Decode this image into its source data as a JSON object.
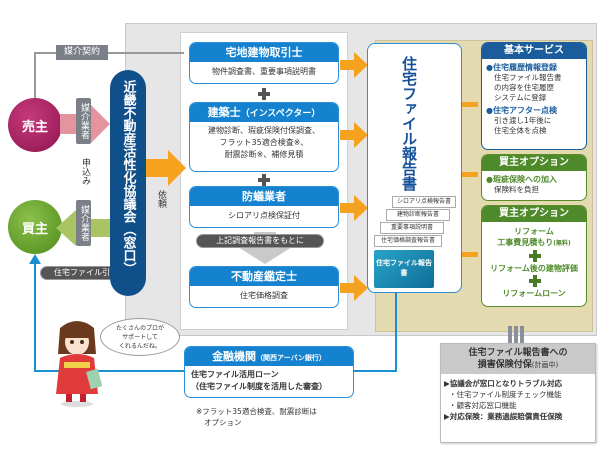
{
  "parties": {
    "seller": "売主",
    "buyer": "買主"
  },
  "labels": {
    "brokerage_contract": "媒介契約",
    "broker_top": "媒介業者",
    "broker_bottom": "媒介業者",
    "application": "申込み",
    "handover": "住宅ファイル引継",
    "request": "依頼",
    "based_on_reports": "上記調査報告書をもとに"
  },
  "council": {
    "name": "近畿不動産活性化協議会（窓口）"
  },
  "professionals": [
    {
      "title": "宅地建物取引士",
      "subtitle": "",
      "body": [
        "物件調査書、重要事項説明書"
      ]
    },
    {
      "title": "建築士",
      "subtitle": "（インスペクター）",
      "body": [
        "建物診断、瑕疵保険付保調査、",
        "フラット35適合検査※、",
        "耐震診断※、補修見積"
      ]
    },
    {
      "title": "防蟻業者",
      "subtitle": "",
      "body": [
        "シロアリ点検保証付"
      ]
    },
    {
      "title": "不動産鑑定士",
      "subtitle": "",
      "body": [
        "住宅価格調査"
      ]
    }
  ],
  "report": {
    "title": "住宅ファイル報告書",
    "documents": [
      "シロアリ点検報告書",
      "建物診断報告書",
      "重要事項説明書",
      "住宅価格調査報告書"
    ],
    "folder_label": "住宅ファイル報告書"
  },
  "services": {
    "basic": {
      "title": "基本サービス",
      "items": [
        {
          "name": "●住宅履歴情報登録",
          "desc": [
            "住宅ファイル報告書",
            "の内容を住宅履歴",
            "システムに登録"
          ]
        },
        {
          "name": "●住宅アフター点検",
          "desc": [
            "引き渡し1年後に",
            "住宅全体を点検"
          ]
        }
      ]
    },
    "buyer_option_1": {
      "title": "買主オプション",
      "item": "●瑕疵保険への加入",
      "desc": "保険料を負担"
    },
    "buyer_option_2": {
      "title": "買主オプション",
      "items": [
        "リフォーム",
        "工事費見積もり",
        "(無料)",
        "リフォーム後の建物評価",
        "リフォームローン"
      ]
    }
  },
  "finance": {
    "title": "金融機関",
    "subtitle": "（関西アーバン銀行）",
    "body": [
      "住宅ファイル活用ローン",
      "（住宅ファイル制度を活用した審査）"
    ],
    "note": [
      "※フラット35適合検査、耐震診断は",
      "オプション"
    ]
  },
  "insurance": {
    "title": [
      "住宅ファイル報告書への",
      "損害保険付保"
    ],
    "status": "(計画中)",
    "lines": [
      "▶協議会が窓口となりトラブル対応",
      "・住宅ファイル制度チェック機能",
      "・顧客対応窓口機能",
      "▶対応保険：業務過誤賠償責任保険"
    ]
  },
  "character": {
    "speech": [
      "たくさんのプロが",
      "サポートして",
      "くれるんだね。"
    ]
  },
  "colors": {
    "blue": "#1582cf",
    "navy": "#0f4f8a",
    "orange": "#f7a21e",
    "green": "#4f8a2a",
    "magenta": "#a8205f",
    "tan": "#e3dbaf"
  }
}
